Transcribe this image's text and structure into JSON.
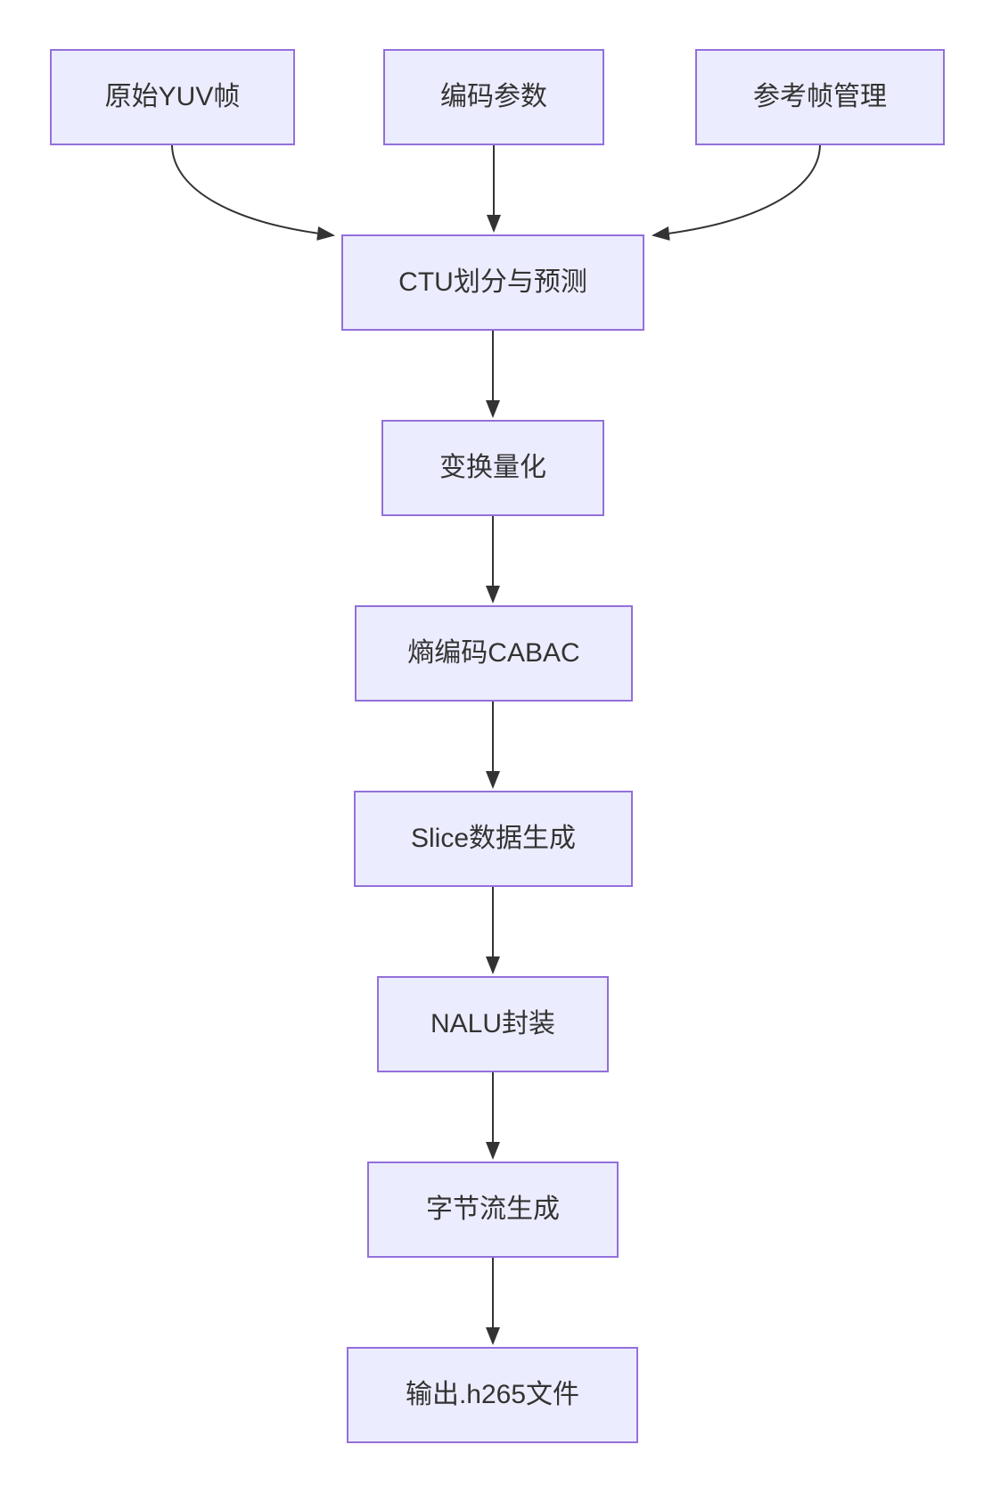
{
  "diagram": {
    "type": "flowchart",
    "direction": "top-down",
    "colors": {
      "background": "#ffffff",
      "node_fill": "#ECECFF",
      "node_border": "#9370DB",
      "edge_line": "#333333",
      "text": "#333333"
    },
    "nodes": [
      {
        "id": "raw-yuv-frame",
        "label": "原始YUV帧"
      },
      {
        "id": "encoding-params",
        "label": "编码参数"
      },
      {
        "id": "reference-frame-management",
        "label": "参考帧管理"
      },
      {
        "id": "ctu-partition-prediction",
        "label": "CTU划分与预测"
      },
      {
        "id": "transform-quantization",
        "label": "变换量化"
      },
      {
        "id": "entropy-coding-cabac",
        "label": "熵编码CABAC"
      },
      {
        "id": "slice-data-generation",
        "label": "Slice数据生成"
      },
      {
        "id": "nalu-encapsulation",
        "label": "NALU封装"
      },
      {
        "id": "bytestream-generation",
        "label": "字节流生成"
      },
      {
        "id": "output-h265-file",
        "label": "输出.h265文件"
      }
    ],
    "edges": [
      {
        "from": "raw-yuv-frame",
        "to": "ctu-partition-prediction"
      },
      {
        "from": "encoding-params",
        "to": "ctu-partition-prediction"
      },
      {
        "from": "reference-frame-management",
        "to": "ctu-partition-prediction"
      },
      {
        "from": "ctu-partition-prediction",
        "to": "transform-quantization"
      },
      {
        "from": "transform-quantization",
        "to": "entropy-coding-cabac"
      },
      {
        "from": "entropy-coding-cabac",
        "to": "slice-data-generation"
      },
      {
        "from": "slice-data-generation",
        "to": "nalu-encapsulation"
      },
      {
        "from": "nalu-encapsulation",
        "to": "bytestream-generation"
      },
      {
        "from": "bytestream-generation",
        "to": "output-h265-file"
      }
    ]
  }
}
